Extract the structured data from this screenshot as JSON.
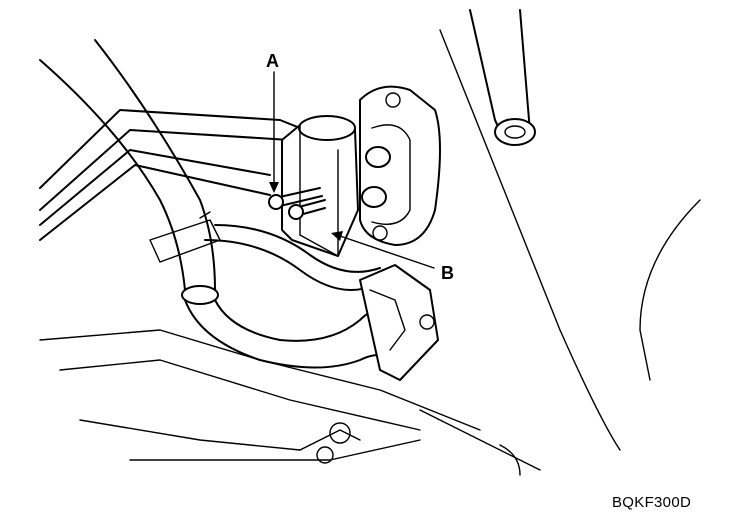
{
  "callouts": {
    "a": "A",
    "b": "B"
  },
  "figure_code": "BQKF300D",
  "colors": {
    "ink": "#000000",
    "paper": "#ffffff"
  },
  "icons": {
    "expansion_valve": "expansion-valve-icon",
    "bolt": "bolt-icon"
  }
}
